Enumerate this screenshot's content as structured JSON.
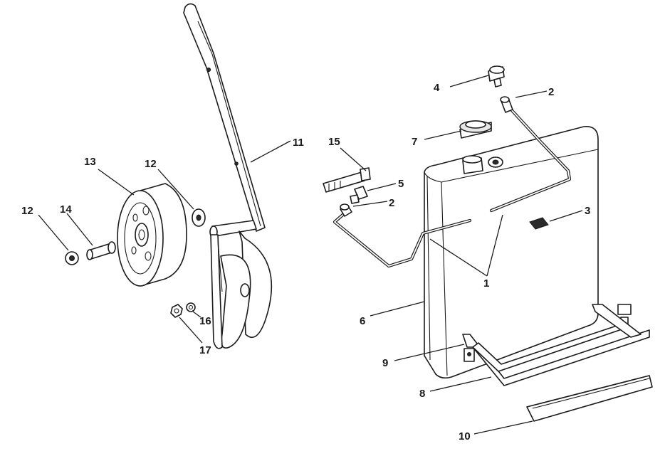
{
  "callouts": {
    "c1": "1",
    "c2a": "2",
    "c2b": "2",
    "c3": "3",
    "c4": "4",
    "c5": "5",
    "c6": "6",
    "c7": "7",
    "c8": "8",
    "c9": "9",
    "c10": "10",
    "c11": "11",
    "c12a": "12",
    "c12b": "12",
    "c13": "13",
    "c14": "14",
    "c15": "15",
    "c16": "16",
    "c17": "17"
  },
  "colors": {
    "line": "#1a1a1a",
    "paper": "#ffffff",
    "shade": "#e6e6e6"
  }
}
